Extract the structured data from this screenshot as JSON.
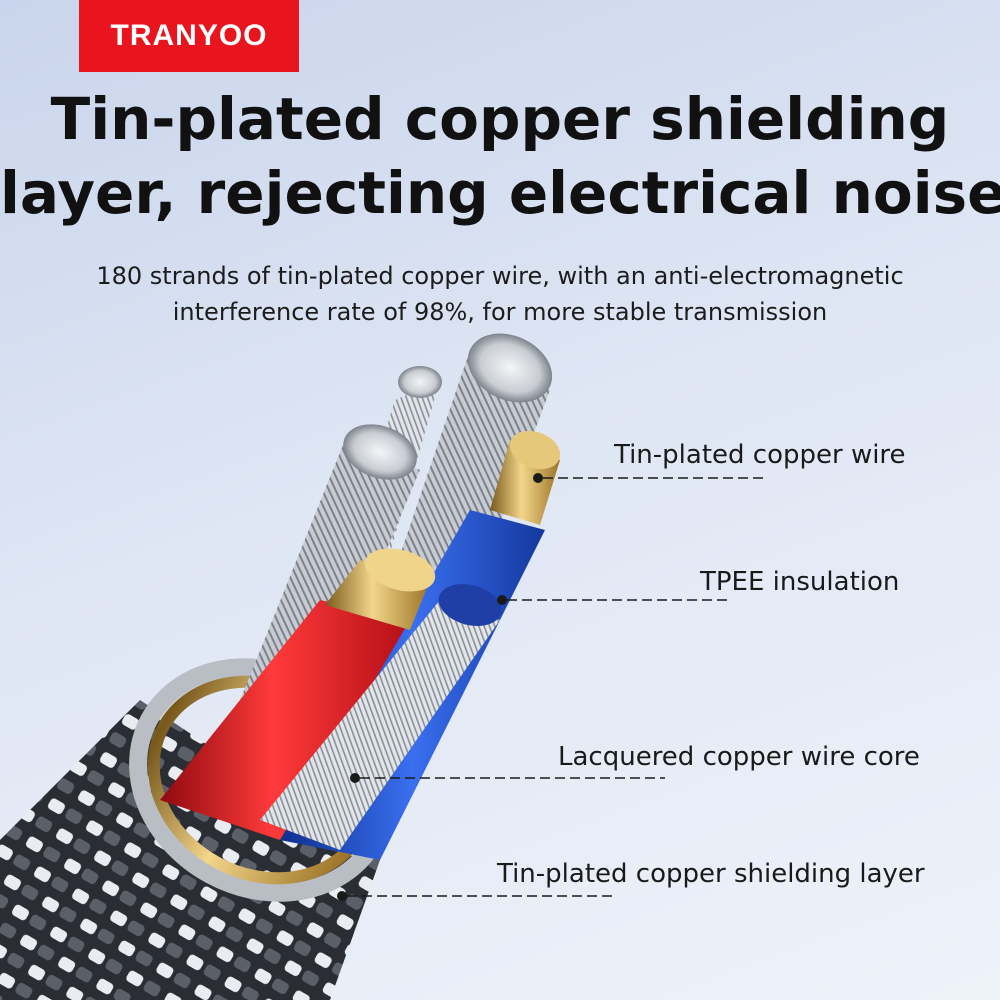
{
  "brand": {
    "logo_text": "TRANYOO",
    "logo_color": "#e8141e"
  },
  "headline": {
    "line1": "Tin-plated copper shielding",
    "line2": "layer, rejecting electrical noise"
  },
  "subtitle": {
    "line1": "180 strands of tin-plated copper wire, with an anti-electromagnetic",
    "line2": "interference rate of 98%, for more stable transmission"
  },
  "callouts": [
    {
      "label": "Tin-plated copper wire"
    },
    {
      "label": "TPEE insulation"
    },
    {
      "label": "Lacquered copper wire core"
    },
    {
      "label": "Tin-plated copper shielding layer"
    }
  ],
  "colors": {
    "red_insulation": "#e0141c",
    "blue_insulation": "#1e4fd0",
    "gold_plating": "#c9a24a",
    "tin_strands": "#c8ccd2",
    "braid_dark": "#2a2d33"
  }
}
